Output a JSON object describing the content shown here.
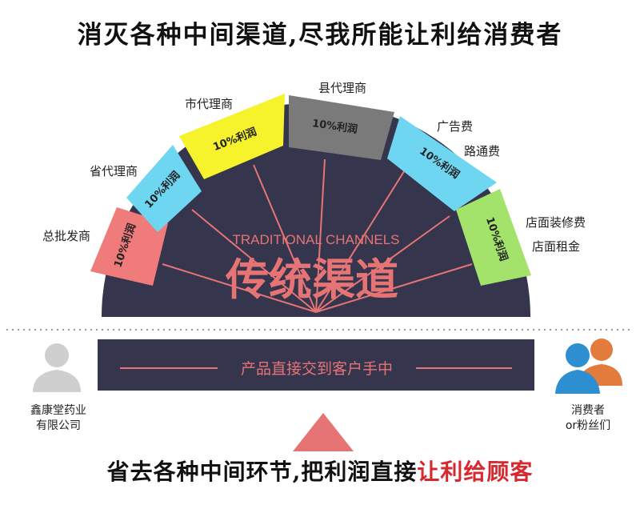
{
  "headline_top": "消灭各种中间渠道,尽我所能让利给消费者",
  "headline_bottom": {
    "prefix": "省去各种中间环节,把利润直接",
    "accent": "让利给顾客"
  },
  "arc": {
    "english_title": "TRADITIONAL CHANNELS",
    "chinese_title": "传统渠道"
  },
  "tiers": [
    {
      "name": "总批发商",
      "profit": "10%利润",
      "color": "#f07b7b"
    },
    {
      "name": "省代理商",
      "profit": "10%利润",
      "color": "#6fd6f2"
    },
    {
      "name": "市代理商",
      "profit": "10%利润",
      "color": "#f6f22b"
    },
    {
      "name": "县代理商",
      "profit": "10%利润",
      "color": "#7a7a7a"
    },
    {
      "name": "广告费",
      "name2": "路通费",
      "profit": "10%利润",
      "color": "#6fd6f2"
    },
    {
      "name": "店面装修费",
      "name2": "店面租金",
      "profit": "10%利润",
      "color": "#a3e26b"
    }
  ],
  "bar_text": "产品直接交到客户手中",
  "seller": {
    "line1": "鑫康堂药业",
    "line2": "有限公司",
    "icon": "person-icon"
  },
  "consumer": {
    "line1": "消费者",
    "line2": "or粉丝们",
    "icon": "people-icon"
  },
  "colors": {
    "navy": "#35354e",
    "accent": "#e77474",
    "dark_text": "#111111"
  }
}
